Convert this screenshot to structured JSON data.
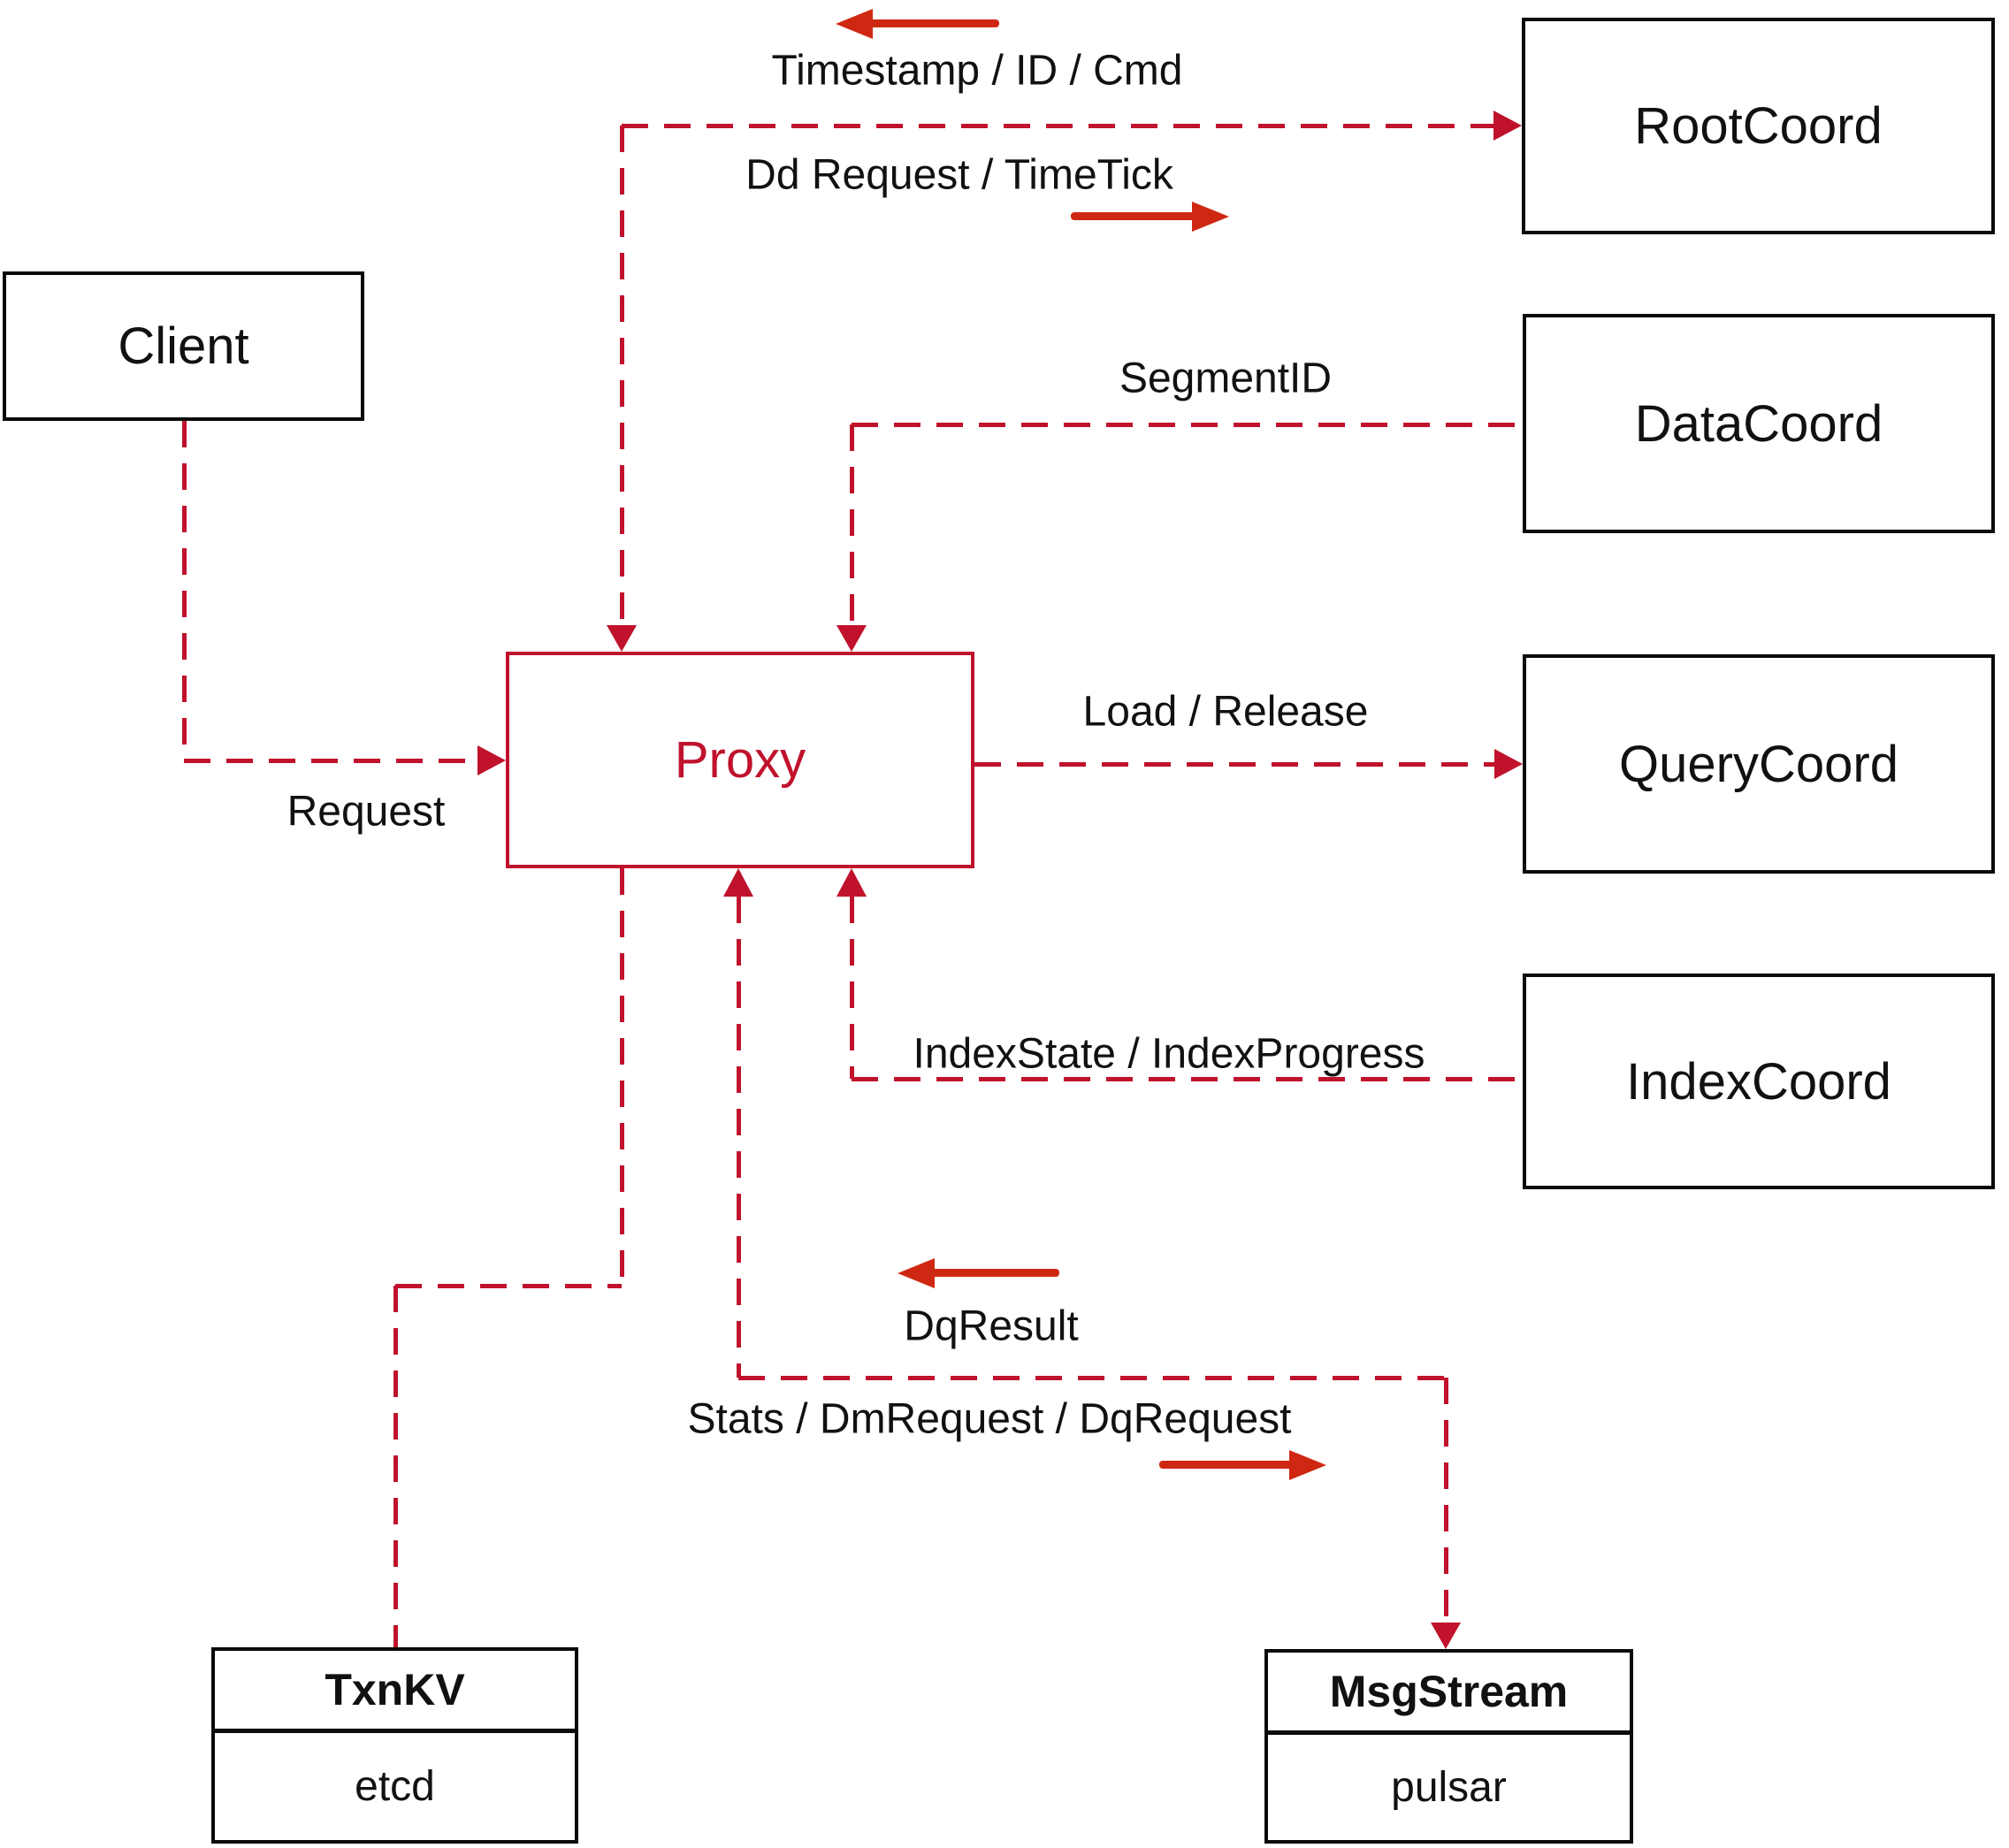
{
  "nodes": {
    "client": {
      "label": "Client"
    },
    "proxy": {
      "label": "Proxy"
    },
    "root_coord": {
      "label": "RootCoord"
    },
    "data_coord": {
      "label": "DataCoord"
    },
    "query_coord": {
      "label": "QueryCoord"
    },
    "index_coord": {
      "label": "IndexCoord"
    },
    "txn_kv": {
      "title": "TxnKV",
      "subtitle": "etcd"
    },
    "msg_stream": {
      "title": "MsgStream",
      "subtitle": "pulsar"
    }
  },
  "edge_labels": {
    "timestamp_id_cmd": "Timestamp / ID / Cmd",
    "dd_request_timetick": "Dd Request / TimeTick",
    "segment_id": "SegmentID",
    "request": "Request",
    "load_release": "Load / Release",
    "index_state": "IndexState / IndexProgress",
    "dq_result": "DqResult",
    "stats_dm_dq": "Stats / DmRequest / DqRequest"
  },
  "colors": {
    "dashed_line": "#c0122c",
    "solid_arrow": "#cf2812",
    "box_border": "#0a0a0a",
    "text": "#111111",
    "background": "#ffffff"
  }
}
